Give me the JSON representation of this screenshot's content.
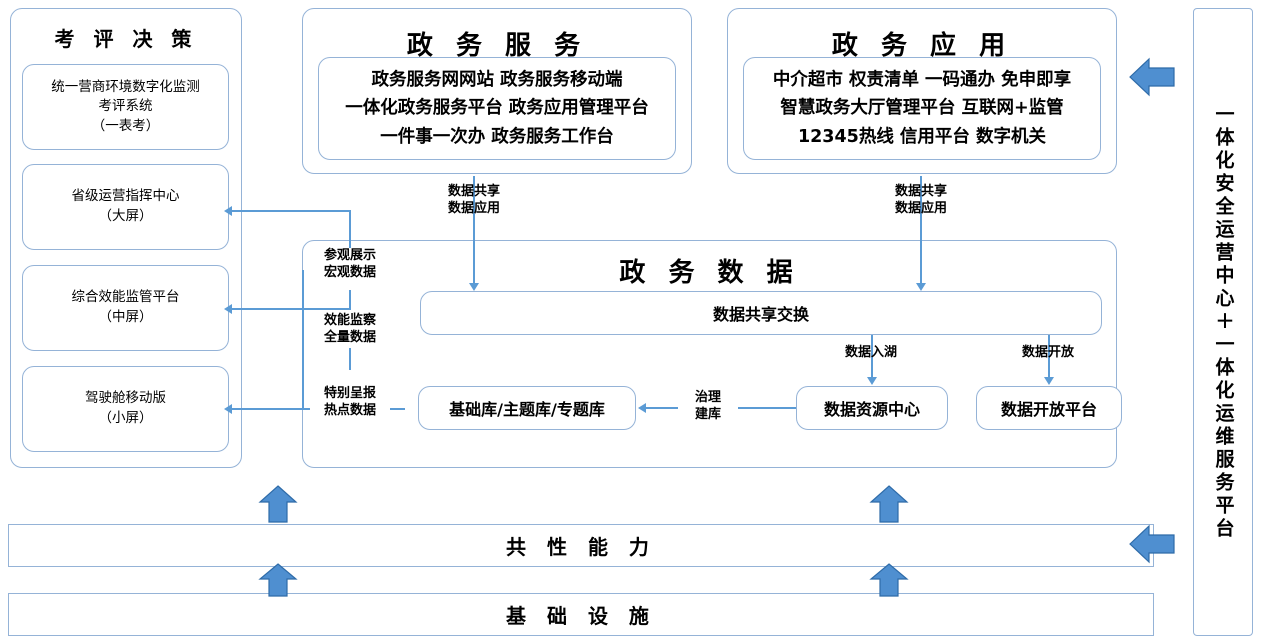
{
  "theme": {
    "border_blue": "#95b3d7",
    "line_blue": "#5b9bd5",
    "arrow_fill": "#4f8fd0",
    "background": "#ffffff",
    "text": "#000000"
  },
  "left_panel": {
    "title": "考 评 决 策",
    "cards": [
      {
        "lines": [
          "统一营商环境数字化监测",
          "考评系统",
          "（一表考）"
        ]
      },
      {
        "lines": [
          "省级运营指挥中心",
          "（大屏）"
        ]
      },
      {
        "lines": [
          "综合效能监管平台",
          "（中屏）"
        ]
      },
      {
        "lines": [
          "驾驶舱移动版",
          "（小屏）"
        ]
      }
    ]
  },
  "gov_service": {
    "title": "政 务 服 务",
    "card_rows": [
      "政务服务网网站 政务服务移动端",
      "一体化政务服务平台 政务应用管理平台",
      "一件事一次办 政务服务工作台"
    ]
  },
  "gov_application": {
    "title": "政 务 应 用",
    "card_rows": [
      "中介超市 权责清单 一码通办 免申即享",
      "智慧政务大厅管理平台 互联网+监管",
      "12345热线 信用平台 数字机关"
    ]
  },
  "gov_data": {
    "title": "政 务 数 据",
    "exchange_box": "数据共享交换",
    "library_box": "基础库/主题库/专题库",
    "resource_center_box": "数据资源中心",
    "open_platform_box": "数据开放平台"
  },
  "edge_labels": {
    "service_share": [
      "数据共享",
      "数据应用"
    ],
    "application_share": [
      "数据共享",
      "数据应用"
    ],
    "to_big_screen": [
      "参观展示",
      "宏观数据"
    ],
    "to_mid_screen": [
      "效能监察",
      "全量数据"
    ],
    "to_small_screen": [
      "特别呈报",
      "热点数据"
    ],
    "data_into_lake": "数据入湖",
    "data_open": "数据开放",
    "govern_build": [
      "治理",
      "建库"
    ]
  },
  "bottom_bars": {
    "common_capability": "共 性 能 力",
    "infrastructure": "基 础 设 施"
  },
  "right_rail": {
    "label": "一体化安全运营中心＋一体化运维服务平台"
  },
  "icons": {
    "up_arrow": "up-arrow-icon",
    "left_arrow": "left-arrow-icon",
    "down_arrow": "down-arrow-icon"
  }
}
